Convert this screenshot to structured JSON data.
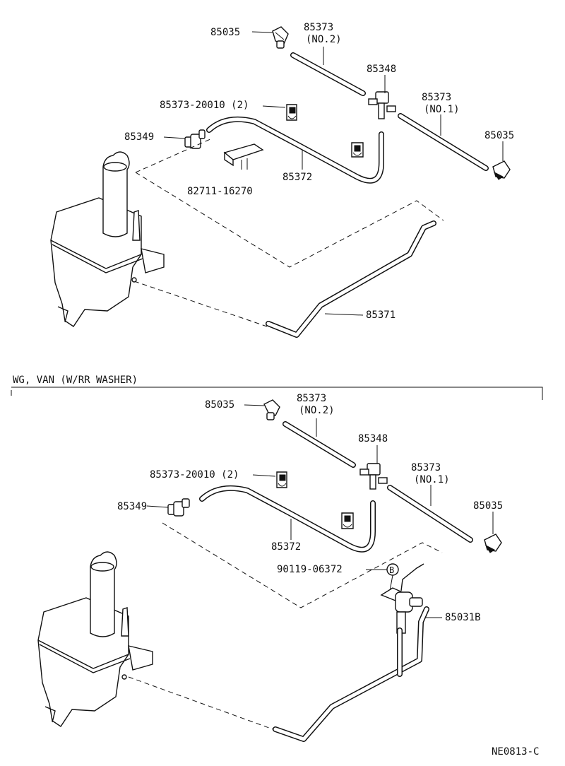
{
  "diagram": {
    "top": {
      "labels": {
        "nozzle_left": "85035",
        "hose_no2_num": "85373",
        "hose_no2_sub": "(NO.2)",
        "joint": "85348",
        "hose_no1_num": "85373",
        "hose_no1_sub": "(NO.1)",
        "nozzle_right": "85035",
        "clamp": "85373-20010 (2)",
        "check_valve": "85349",
        "hose_main": "85372",
        "clip": "82711-16270",
        "pipe": "85371"
      }
    },
    "section_title": "WG, VAN (W/RR WASHER)",
    "bottom": {
      "labels": {
        "nozzle_left": "85035",
        "hose_no2_num": "85373",
        "hose_no2_sub": "(NO.2)",
        "joint": "85348",
        "hose_no1_num": "85373",
        "hose_no1_sub": "(NO.1)",
        "nozzle_right": "85035",
        "clamp": "85373-20010 (2)",
        "check_valve": "85349",
        "hose_main": "85372",
        "bolt": "90119-06372",
        "bolt_marker": "B",
        "pump": "85031B"
      }
    },
    "figure_code": "NE0813-C"
  }
}
